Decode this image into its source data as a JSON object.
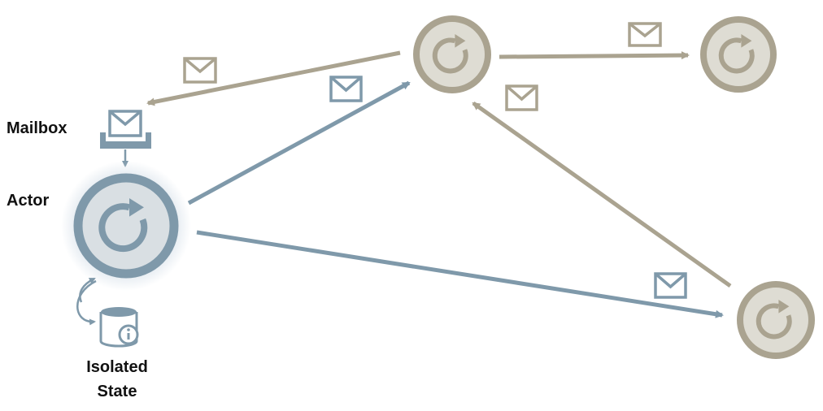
{
  "labels": {
    "mailbox": "Mailbox",
    "actor": "Actor",
    "isolated_state_line1": "Isolated",
    "isolated_state_line2": "State"
  },
  "colors": {
    "primary_actor": "#7f99aa",
    "primary_fill": "#d9dfe3",
    "primary_glow": "#c9d6e2",
    "other_actor": "#aaa390",
    "other_fill": "#dedcd3",
    "label_text": "#111111"
  },
  "icons": {
    "actor": "refresh-cycle-icon",
    "message": "envelope-icon",
    "mailbox": "inbox-tray-icon",
    "state": "database-info-icon"
  }
}
